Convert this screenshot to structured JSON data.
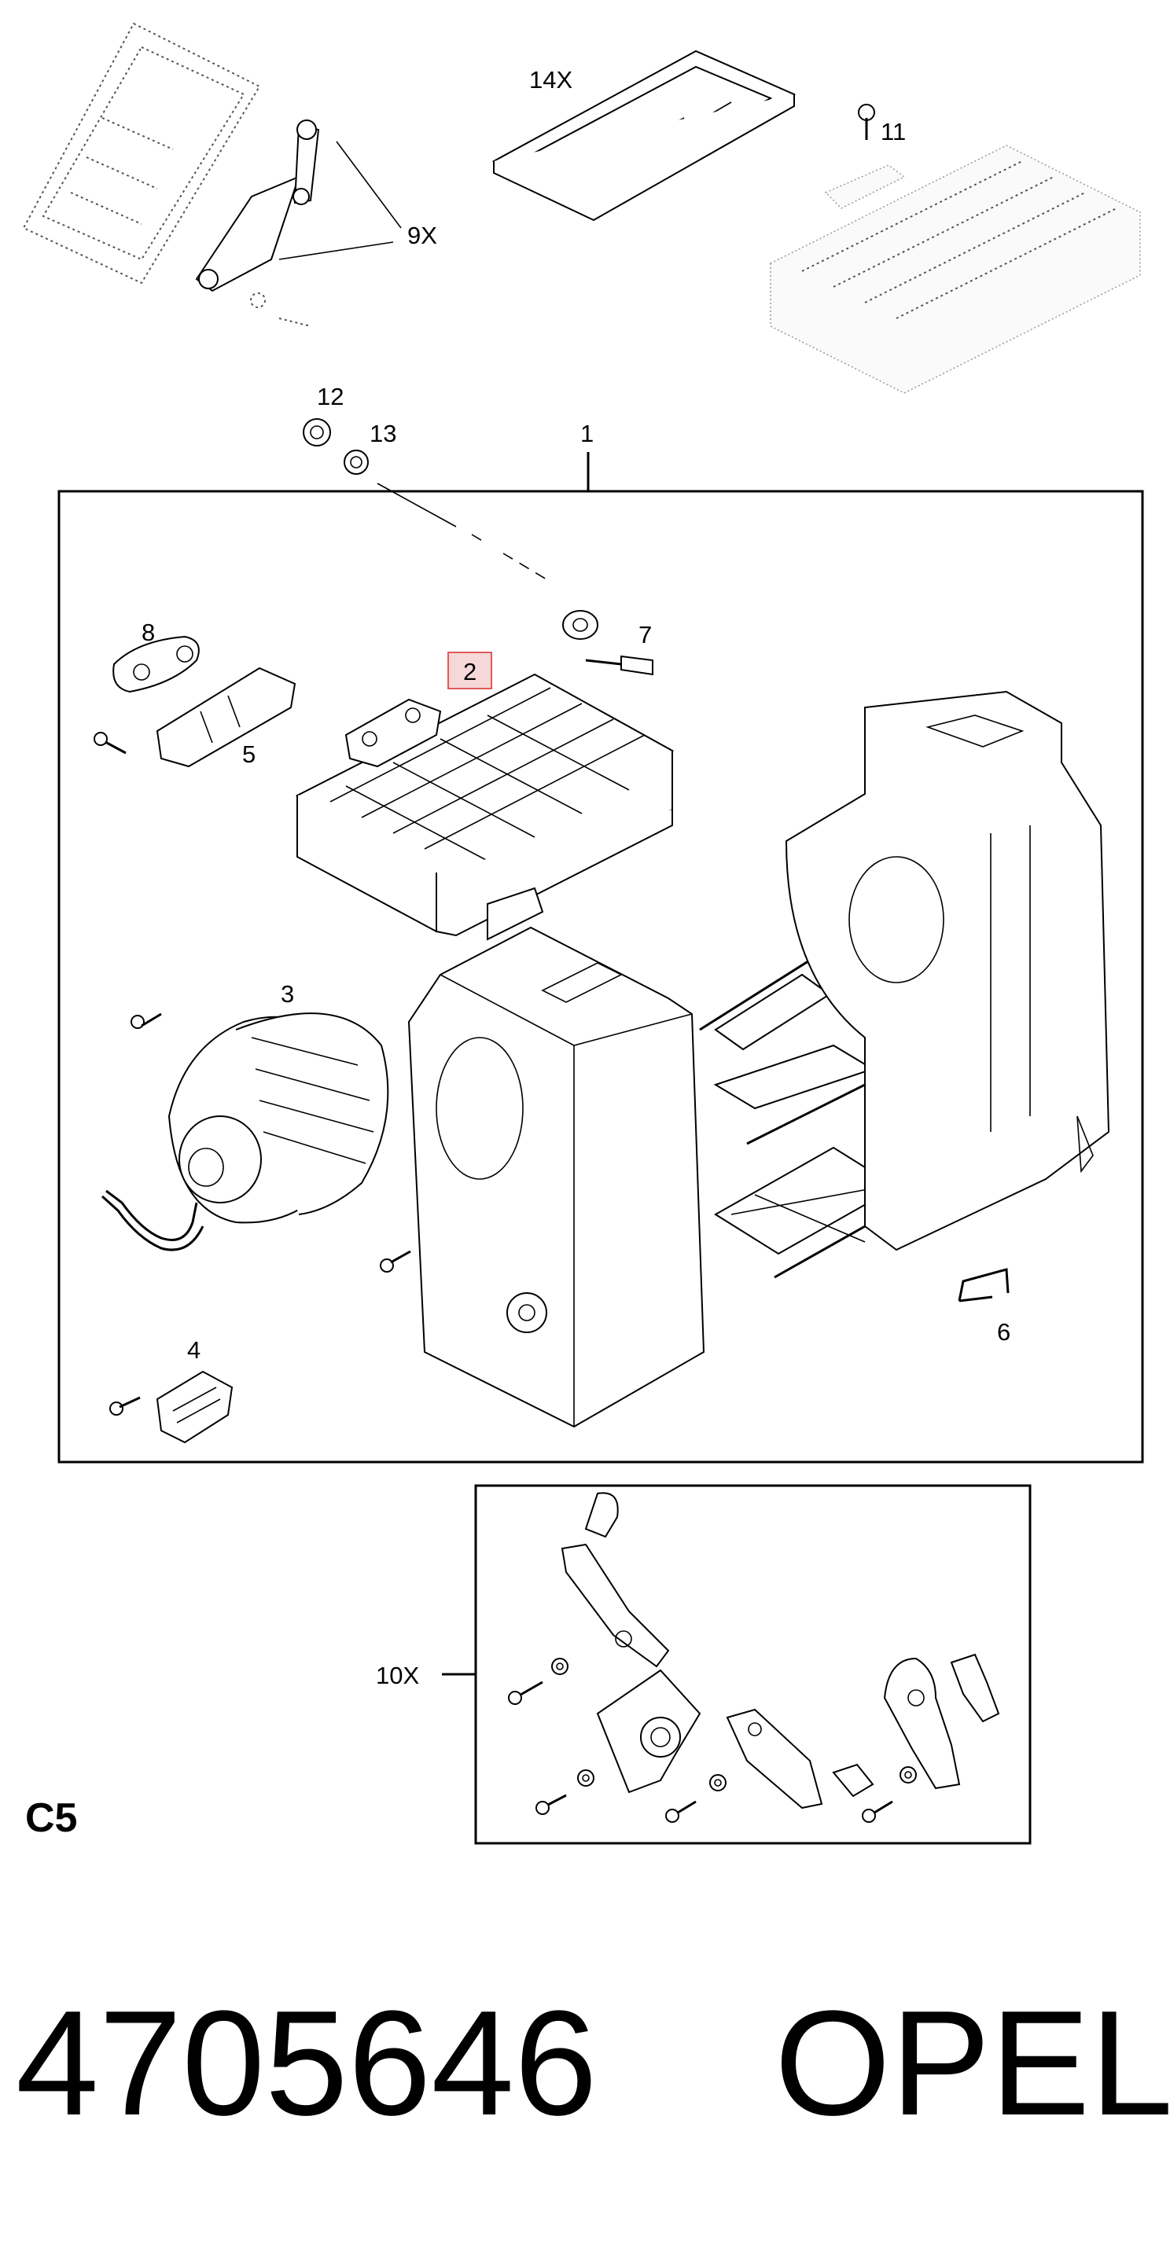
{
  "callouts": {
    "c1": "1",
    "c2": "2",
    "c3": "3",
    "c4": "4",
    "c5": "5",
    "c6": "6",
    "c7": "7",
    "c8": "8",
    "c9x": "9X",
    "c10x": "10X",
    "c11": "11",
    "c12": "12",
    "c13": "13",
    "c14x": "14X"
  },
  "section_code": "C5",
  "part_number": "4705646",
  "brand": "OPEL",
  "colors": {
    "highlight_fill": "#f6d8d8",
    "highlight_stroke": "#e05a5a"
  }
}
